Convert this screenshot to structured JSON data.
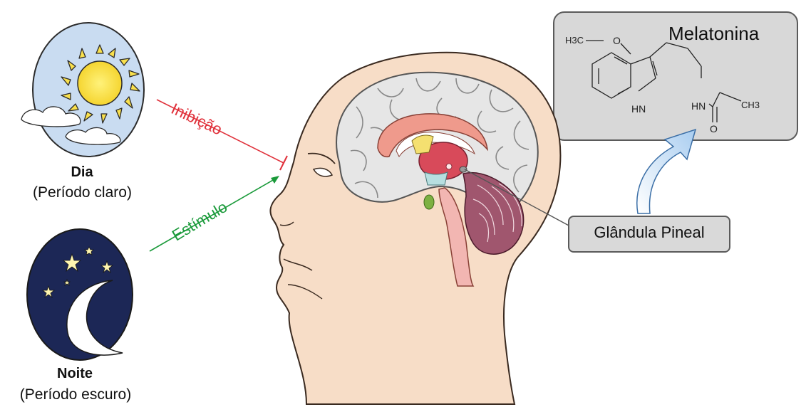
{
  "day": {
    "title": "Dia",
    "subtitle": "(Período claro)"
  },
  "night": {
    "title": "Noite",
    "subtitle": "(Período escuro)"
  },
  "arrows": {
    "inhibition": "Inibição",
    "stimulus": "Estímulo"
  },
  "melatonin": {
    "title": "Melatonina",
    "atoms": {
      "h3c": "H3C",
      "o_methoxy": "O",
      "hn_ring": "HN",
      "hn_amide": "HN",
      "ch3": "CH3",
      "o_carbonyl": "O"
    }
  },
  "pineal": {
    "label": "Glândula Pineal"
  },
  "colors": {
    "inhibition": "#e0303a",
    "stimulus": "#1a9a3a",
    "sun": "#f9e04c",
    "sky_day": "#c9dcf1",
    "sky_night": "#1c2756",
    "skin": "#f7ddc7",
    "box": "#d9d9d9"
  }
}
